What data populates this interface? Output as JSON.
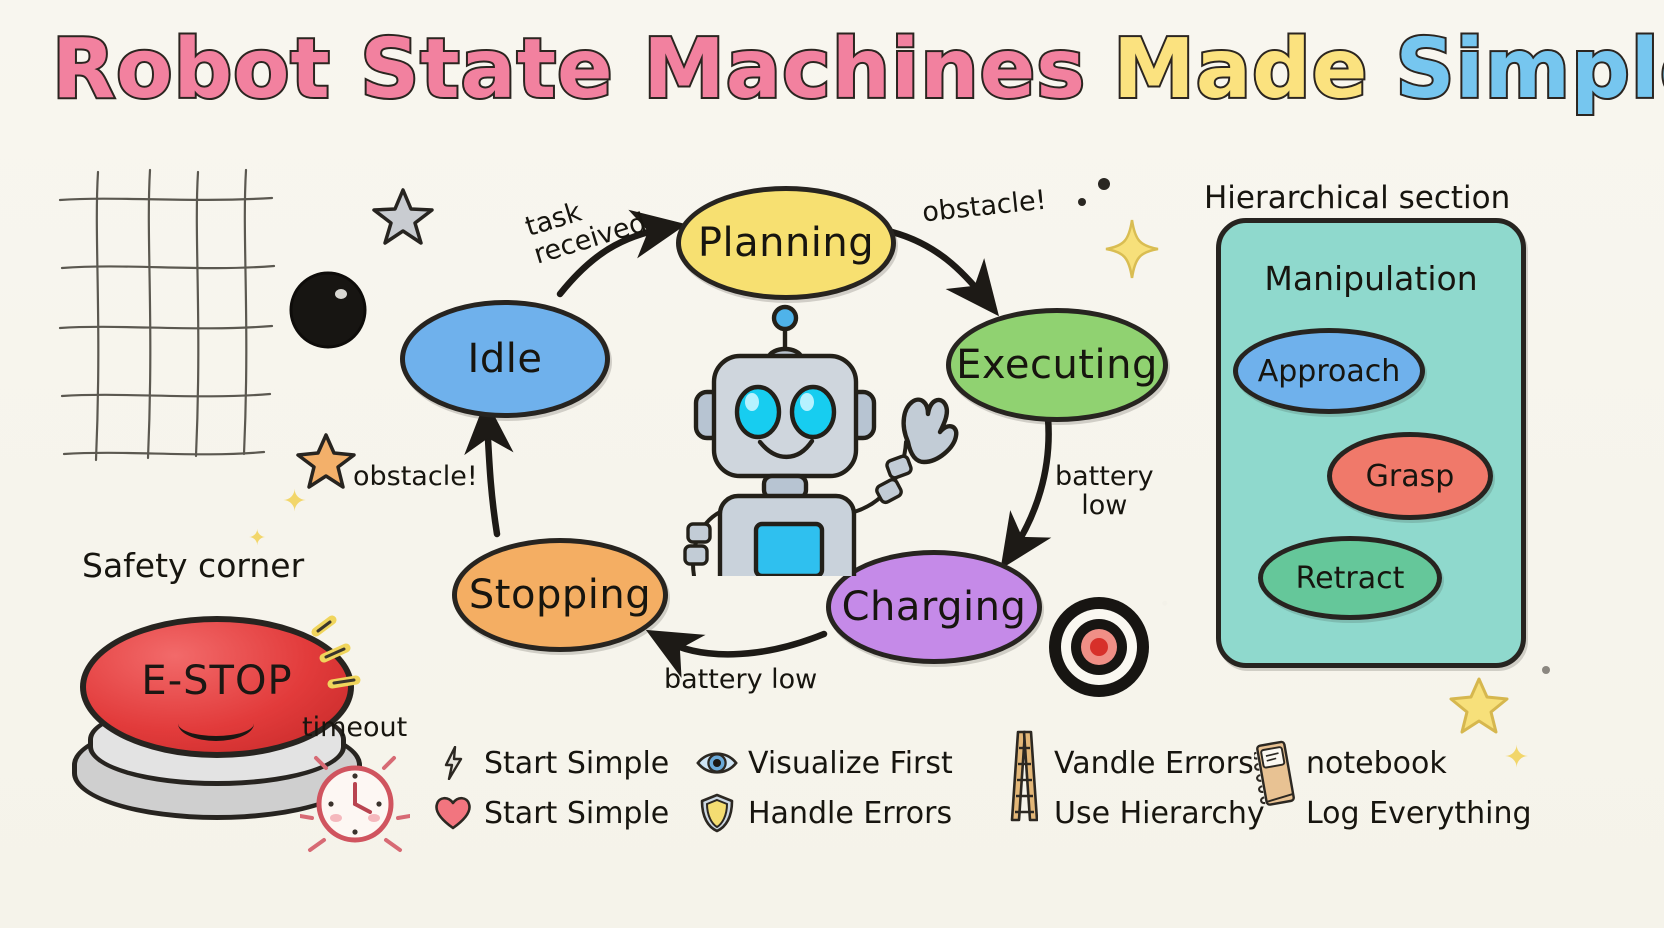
{
  "title": {
    "part1": "Robot State Machines",
    "part2": "Made",
    "part3": "Simple!",
    "color1": "#f2819f",
    "color2": "#fbe27f",
    "color3": "#76c6ef"
  },
  "states": [
    {
      "id": "idle",
      "label": "Idle",
      "color": "#6fb1ec"
    },
    {
      "id": "planning",
      "label": "Planning",
      "color": "#f7e071"
    },
    {
      "id": "executing",
      "label": "Executing",
      "color": "#90d271"
    },
    {
      "id": "charging",
      "label": "Charging",
      "color": "#c58ae8"
    },
    {
      "id": "stopping",
      "label": "Stopping",
      "color": "#f4ae63"
    }
  ],
  "transitions": [
    {
      "from": "Idle",
      "to": "Planning",
      "label": "task\nreceived"
    },
    {
      "from": "Planning",
      "to": "Executing",
      "label": "obstacle!"
    },
    {
      "from": "Executing",
      "to": "Charging",
      "label": "battery\nlow"
    },
    {
      "from": "Charging",
      "to": "Stopping",
      "label": "battery low"
    },
    {
      "from": "Stopping",
      "to": "Idle",
      "label": "obstacle!"
    }
  ],
  "edge_labels": {
    "task_received_l1": "task",
    "task_received_l2": "received",
    "obstacle_plan_exec": "obstacle!",
    "battery_low_l1": "battery",
    "battery_low_l2": "low",
    "battery_low_bottom": "battery low",
    "obstacle_stop_idle": "obstacle!"
  },
  "hierarchy": {
    "section_title": "Hierarchical section",
    "container_label": "Manipulation",
    "container_color": "#8fd9cd",
    "substates": [
      {
        "label": "Approach",
        "color": "#6fb1ec"
      },
      {
        "label": "Grasp",
        "color": "#f0796a"
      },
      {
        "label": "Retract",
        "color": "#65c79a"
      }
    ]
  },
  "safety": {
    "corner_label": "Safety corner",
    "button_label": "E-STOP",
    "button_color": "#e23b3b",
    "timeout_label": "timeout"
  },
  "legend": {
    "columns": [
      {
        "items": [
          {
            "icon": "lightning-icon",
            "text": "Start Simple"
          },
          {
            "icon": "heart-icon",
            "text": "Start Simple"
          }
        ]
      },
      {
        "items": [
          {
            "icon": "eye-icon",
            "text": "Visualize First"
          },
          {
            "icon": "shield-icon",
            "text": "Handle Errors"
          }
        ]
      },
      {
        "items": [
          {
            "icon": "ladder-icon",
            "text": "Vandle Errors"
          },
          {
            "icon": "ladder-icon",
            "text": "Use Hierarchy"
          }
        ]
      },
      {
        "items": [
          {
            "icon": "notebook-icon",
            "text": "notebook"
          },
          {
            "icon": "notebook-icon",
            "text": "Log Everything"
          }
        ]
      }
    ]
  },
  "decor": {
    "robot": "robot-mascot",
    "grid": "grid-doodle",
    "gray_star": "star-gray",
    "orange_star": "star-orange",
    "black_ball": "ball-black",
    "target": "bullseye-target",
    "sparkles": "sparkle-decor"
  }
}
